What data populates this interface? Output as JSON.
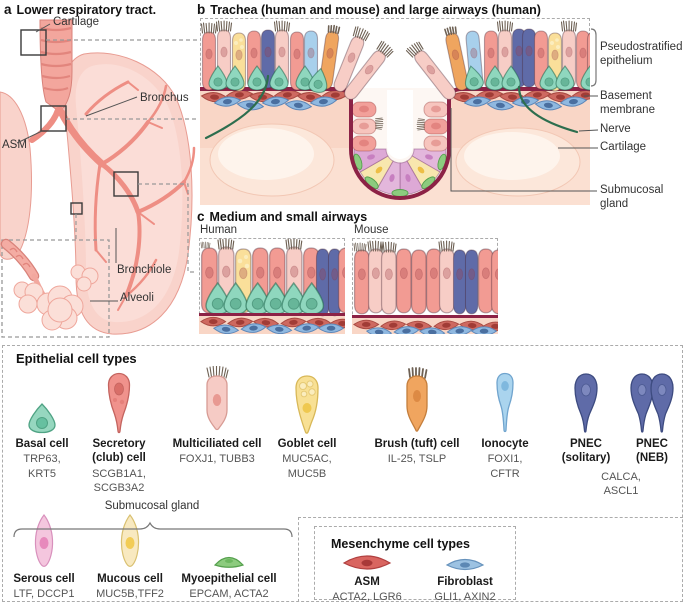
{
  "figure": {
    "panel_a": {
      "letter": "a",
      "title": "Lower respiratory tract.",
      "labels": {
        "cartilage": "Cartilage",
        "bronchus": "Bronchus",
        "asm": "ASM",
        "bronchiole": "Bronchiole",
        "alveoli": "Alveoli"
      }
    },
    "panel_b": {
      "letter": "b",
      "title": "Trachea (human and mouse) and large airways (human)",
      "labels": {
        "pseudostratified_epithelium": "Pseudostratified epithelium",
        "basement_membrane": "Basement membrane",
        "nerve": "Nerve",
        "cartilage": "Cartilage",
        "submucosal_gland": "Submucosal gland"
      }
    },
    "panel_c": {
      "letter": "c",
      "title": "Medium and small airways",
      "human_label": "Human",
      "mouse_label": "Mouse"
    },
    "epithelial_section": {
      "title": "Epithelial cell types",
      "cells": [
        {
          "name": "Basal cell",
          "genes": "TRP63, KRT5"
        },
        {
          "name": "Secretory (club) cell",
          "genes": "SCGB1A1, SCGB3A2"
        },
        {
          "name": "Multiciliated cell",
          "genes": "FOXJ1, TUBB3"
        },
        {
          "name": "Goblet cell",
          "genes": "MUC5AC, MUC5B"
        },
        {
          "name": "Brush (tuft) cell",
          "genes": "IL-25, TSLP"
        },
        {
          "name": "Ionocyte",
          "genes": "FOXI1, CFTR"
        },
        {
          "name": "PNEC (solitary)",
          "genes": ""
        },
        {
          "name": "PNEC (NEB)",
          "genes": ""
        }
      ],
      "pnec_shared_genes": "CALCA, ASCL1",
      "submucosal_gland_group": {
        "title": "Submucosal gland",
        "cells": [
          {
            "name": "Serous cell",
            "genes": "LTF, DCCP1"
          },
          {
            "name": "Mucous cell",
            "genes": "MUC5B,TFF2"
          },
          {
            "name": "Myoepithelial cell",
            "genes": "EPCAM, ACTA2"
          }
        ]
      }
    },
    "mesenchyme_section": {
      "title": "Mesenchyme cell types",
      "cells": [
        {
          "name": "ASM",
          "genes": "ACTA2, LGR6"
        },
        {
          "name": "Fibroblast",
          "genes": "GLI1, AXIN2"
        }
      ]
    },
    "colors": {
      "basement_membrane": "#8C2246",
      "nerve": "#2D6E4E",
      "basal": "#8FD7BE",
      "secretory": "#F0928C",
      "multiciliated": "#F6CBC5",
      "goblet": "#F8E094",
      "brush": "#F0A55F",
      "ionocyte": "#AAD4EE",
      "pnec": "#5F6BA8",
      "serous": "#F4C6DE",
      "mucous": "#F8E9C0",
      "myoepithelial": "#8CCB7E",
      "asm": "#D96560",
      "fibroblast": "#9CC2E2",
      "cartilage": "#FCE7DA",
      "submucosa": "#F9D6C6"
    }
  }
}
